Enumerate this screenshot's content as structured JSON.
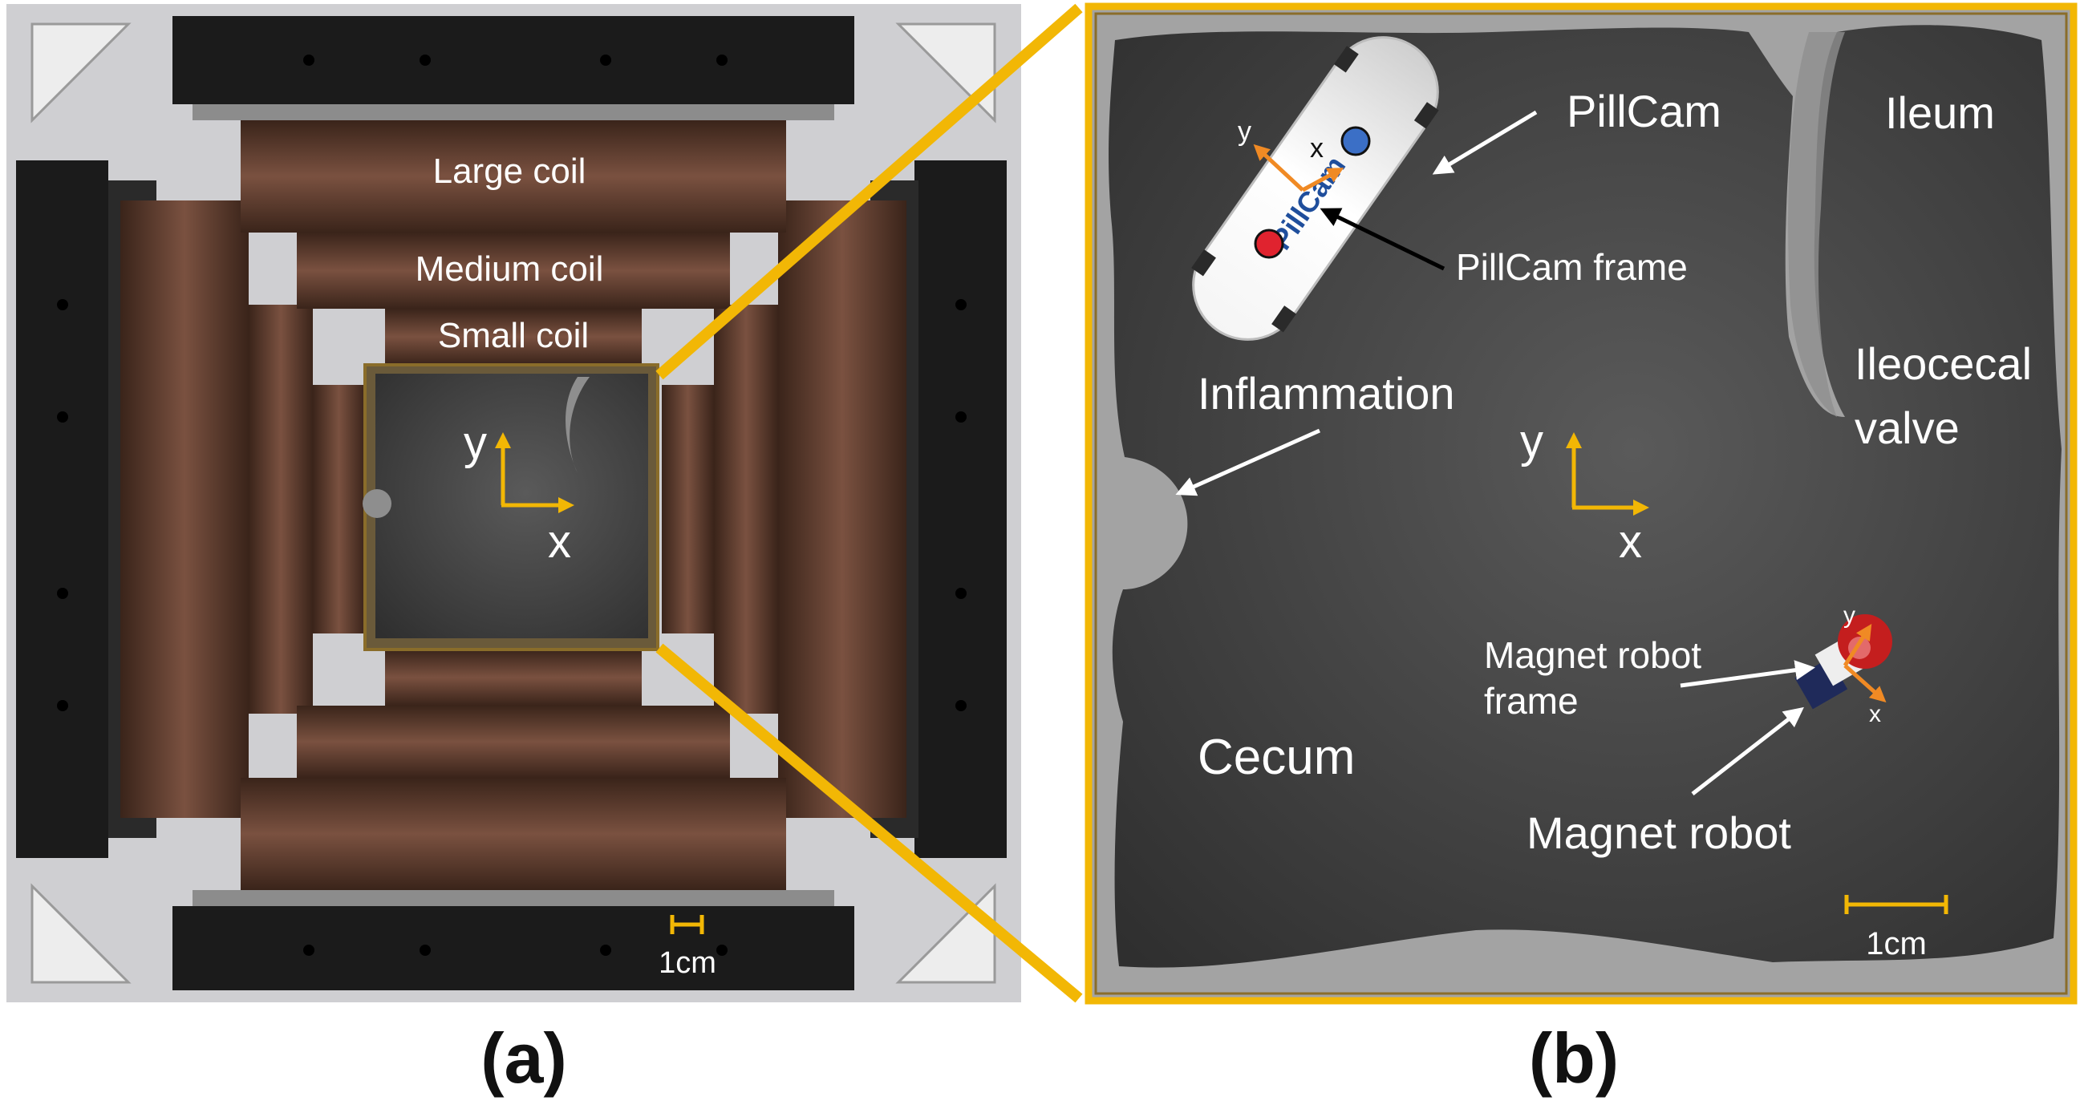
{
  "panel_a": {
    "labels": {
      "large_coil": "Large coil",
      "medium_coil": "Medium coil",
      "small_coil": "Small coil",
      "axis_y": "y",
      "axis_x": "x",
      "scale": "1cm"
    },
    "caption": "(a)"
  },
  "panel_b": {
    "labels": {
      "pillcam": "PillCam",
      "pillcam_frame": "PillCam frame",
      "ileum": "Ileum",
      "ileocecal_valve_line1": "Ileocecal",
      "ileocecal_valve_line2": "valve",
      "inflammation": "Inflammation",
      "axis_y": "y",
      "axis_x": "x",
      "magnet_robot_frame_line1": "Magnet robot",
      "magnet_robot_frame_line2": "frame",
      "magnet_robot": "Magnet robot",
      "cecum": "Cecum",
      "scale": "1cm",
      "pill_x": "x",
      "pill_y": "y",
      "robot_x": "x",
      "robot_y": "y",
      "pill_brand": "PillCam"
    },
    "caption": "(b)"
  },
  "colors": {
    "accent_yellow": "#f2b705",
    "arrow_orange": "#f08a24",
    "workspace_dark": "#3c3c3c",
    "coil_brown": "#5a3a2a",
    "frame_black": "#1b1b1b"
  }
}
